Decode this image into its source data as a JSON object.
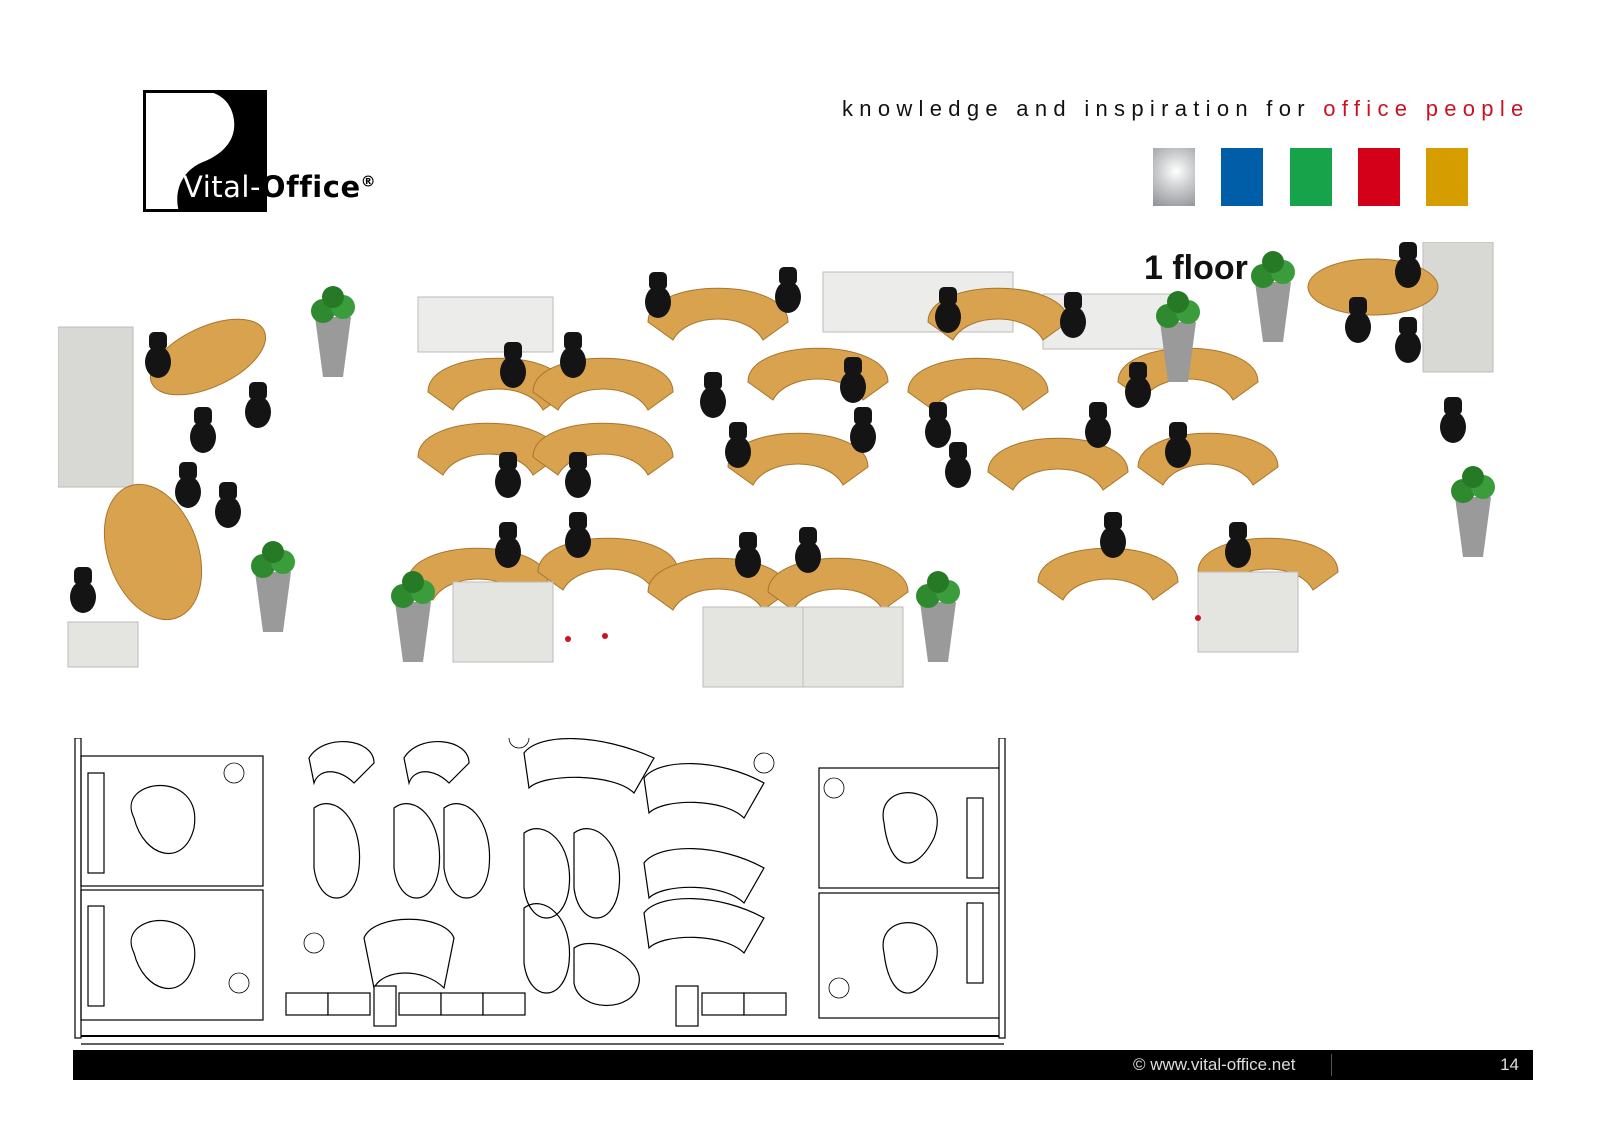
{
  "brand": {
    "logo_text_light": "Vital-",
    "logo_text_bold": "Office",
    "logo_mark": "®"
  },
  "header": {
    "tagline_main": "knowledge and inspiration for ",
    "tagline_accent": "office people",
    "swatches": [
      {
        "name": "silver",
        "color": "#b9bcc0"
      },
      {
        "name": "blue",
        "color": "#005ea8"
      },
      {
        "name": "green",
        "color": "#17a34a"
      },
      {
        "name": "red",
        "color": "#d4001a"
      },
      {
        "name": "yellow",
        "color": "#d69d00"
      }
    ]
  },
  "page": {
    "title": "1 floor"
  },
  "colors": {
    "desk": "#d9a24e",
    "chair": "#141414",
    "cabinet": "#e4e4e0",
    "plant": "#2f8a2f",
    "accent_red": "#cc1122"
  },
  "footer": {
    "url": "© www.vital-office.net",
    "page_number": "14"
  }
}
